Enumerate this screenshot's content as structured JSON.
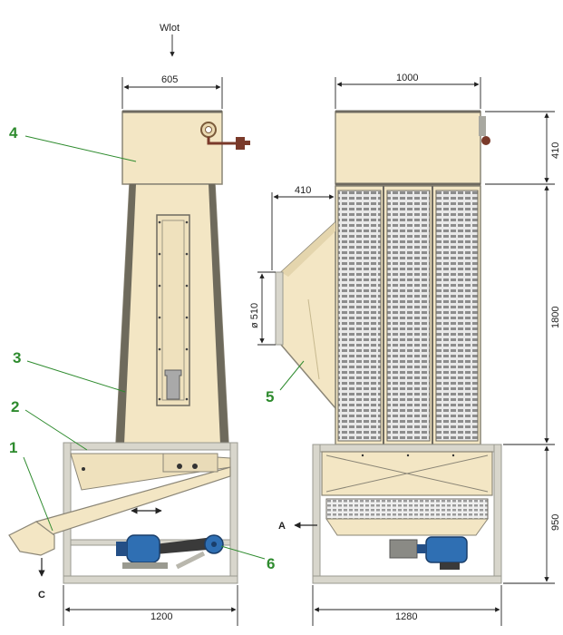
{
  "labels": {
    "inlet": "Wlot",
    "outlet_c": "C",
    "view_a": "A"
  },
  "dimensions": {
    "top_width_left": "605",
    "top_width_right": "1000",
    "side_depth": "410",
    "duct_offset": "410",
    "duct_diameter": "ø 510",
    "column_height": "1800",
    "base_height": "950",
    "base_width_left": "1200",
    "base_width_right": "1280"
  },
  "callouts": [
    "1",
    "2",
    "3",
    "4",
    "5",
    "6"
  ],
  "colors": {
    "body": "#f3e6c4",
    "frame": "#9a9a90",
    "frame_light": "#d8d6cc",
    "callout": "#2e8b2e",
    "motor": "#2f6fb3",
    "grille": "#8d8d8d"
  }
}
